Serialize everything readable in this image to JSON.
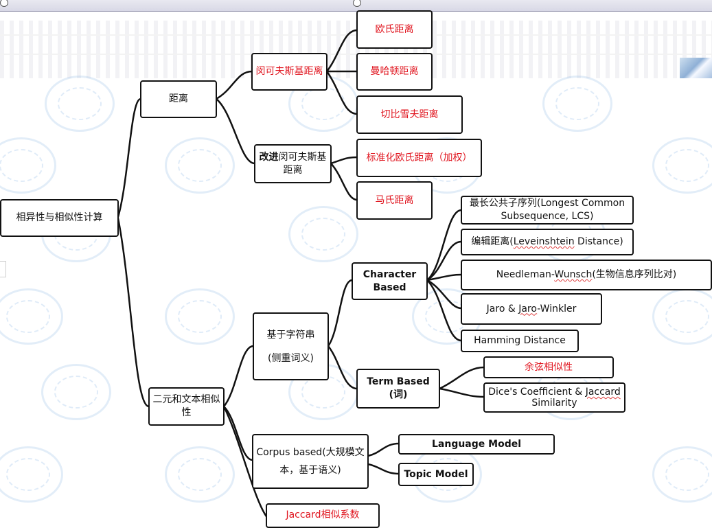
{
  "root": {
    "label": "相异性与相似性计算"
  },
  "distance": {
    "label": "距离",
    "minkowski": {
      "label": "闵可夫斯基距离",
      "children": [
        "欧氏距离",
        "曼哈顿距离",
        "切比雪夫距离"
      ]
    },
    "improved": {
      "label_bold": "改进",
      "label_rest": "闵可夫斯基距离",
      "children": [
        "标准化欧氏距离（加权）",
        "马氏距离"
      ]
    }
  },
  "binary_text": {
    "label": "二元和文本相似性",
    "string_based": {
      "line1": "基于字符串",
      "line2": "(侧重词义)",
      "character_based": {
        "label": "Character Based",
        "children": {
          "lcs": "最长公共子序列(Longest Common Subsequence, LCS)",
          "edit_prefix": "编辑距离(",
          "edit_name": "Leveinshtein",
          "edit_suffix": " Distance)",
          "nw_name1": "Needleman",
          "nw_sep": "-",
          "nw_name2": "Wunsch",
          "nw_suffix": "(生物信息序列比对)",
          "jaro_prefix": "Jaro & ",
          "jaro_name": "Jaro",
          "jaro_suffix": "-Winkler",
          "hamming": "Hamming Distance"
        }
      },
      "term_based": {
        "line1": "Term Based",
        "line2": "(词)",
        "children": {
          "cosine": "余弦相似性",
          "dice_prefix": "Dice's Coefficient & ",
          "dice_name": "Jaccard",
          "dice_line2": "Similarity"
        }
      }
    },
    "corpus_based": {
      "label": "Corpus based(大规模文本，基于语义)",
      "children": [
        "Language Model",
        "Topic Model"
      ]
    },
    "jaccard": {
      "label": "Jaccard相似系数"
    }
  },
  "colors": {
    "border": "#111111",
    "red_text": "#e0141e"
  }
}
